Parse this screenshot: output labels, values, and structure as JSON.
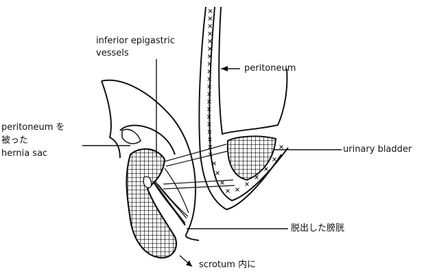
{
  "figure": {
    "labels": {
      "inferior_epigastric_vessels_line1": "inferior epigastric",
      "inferior_epigastric_vessels_line2": "vessels",
      "peritoneum": "peritoneum",
      "hernia_sac_line1": "peritoneum を",
      "hernia_sac_line2": "被った",
      "hernia_sac_line3": "hernia sac",
      "urinary_bladder": "urinary bladder",
      "prolapsed_bladder": "脱出した膀胱",
      "scrotum": "scrotum 内に"
    },
    "colors": {
      "ink": "#111111",
      "background": "#ffffff"
    }
  }
}
